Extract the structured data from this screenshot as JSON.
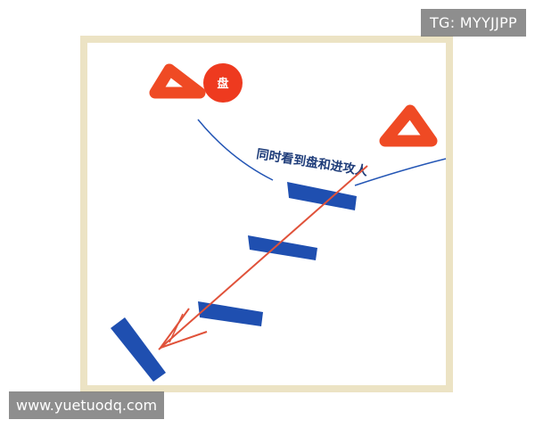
{
  "watermark_top": "TG: MYYJJPP",
  "watermark_bottom": "www.yuetuodq.com",
  "drawing": {
    "disc_label": "盘",
    "caption": "同时看到盘和进攻人"
  },
  "colors": {
    "triangle_red": "#ef4a24",
    "disc_red": "#ee3a1f",
    "bar_blue": "#1f4fb0",
    "ink_blue": "#2456b5",
    "arrow_red": "#e0523a",
    "frame_beige": "#ece3c4"
  }
}
